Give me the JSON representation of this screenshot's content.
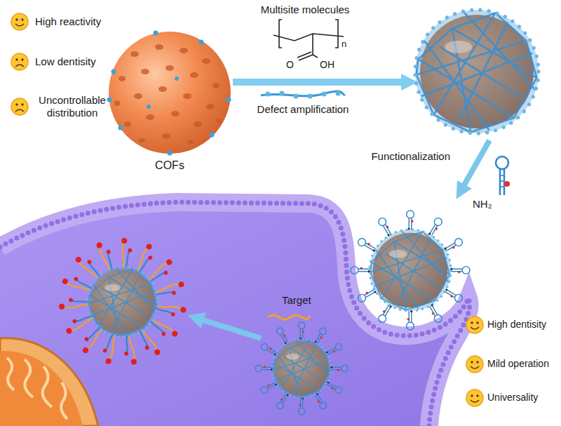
{
  "diagram": {
    "labels": [
      "High reactivity",
      "Low dentisity",
      "Uncontrollable distribution",
      "COFs",
      "Multisite molecules",
      "n",
      "O",
      "OH",
      "Defect amplification",
      "Functionalization",
      "NH₂",
      "Target",
      "High dentisity",
      "Mild operation",
      "Universality"
    ]
  }
}
